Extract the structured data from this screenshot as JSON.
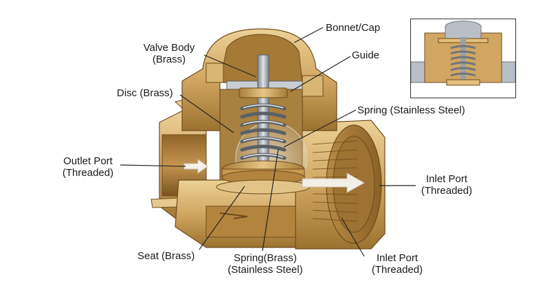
{
  "labels": {
    "bonnet_cap": "Bonnet/Cap",
    "valve_body": {
      "line1": "Valve Body",
      "line2": "(Brass)"
    },
    "guide": "Guide",
    "disc": "Disc (Brass)",
    "spring_top": "Spring (Stainless Steel)",
    "outlet_port": {
      "line1": "Outlet Port",
      "line2": "(Threaded)"
    },
    "inlet_port_right": {
      "line1": "Inlet Port",
      "line2": "(Threaded)"
    },
    "seat": "Seat (Brass)",
    "spring_bottom": {
      "line1": "Spring(Brass)",
      "line2": "(Stainless Steel)"
    },
    "inlet_port_bottom": {
      "line1": "Inlet Port",
      "line2": "(Threaded)"
    }
  },
  "colors": {
    "brass_light": "#e2bf7c",
    "brass_mid": "#c99a4f",
    "brass_dark": "#8a6126",
    "steel": "#b9bfc6",
    "steel_dark": "#6e757d",
    "leader": "#222222"
  }
}
